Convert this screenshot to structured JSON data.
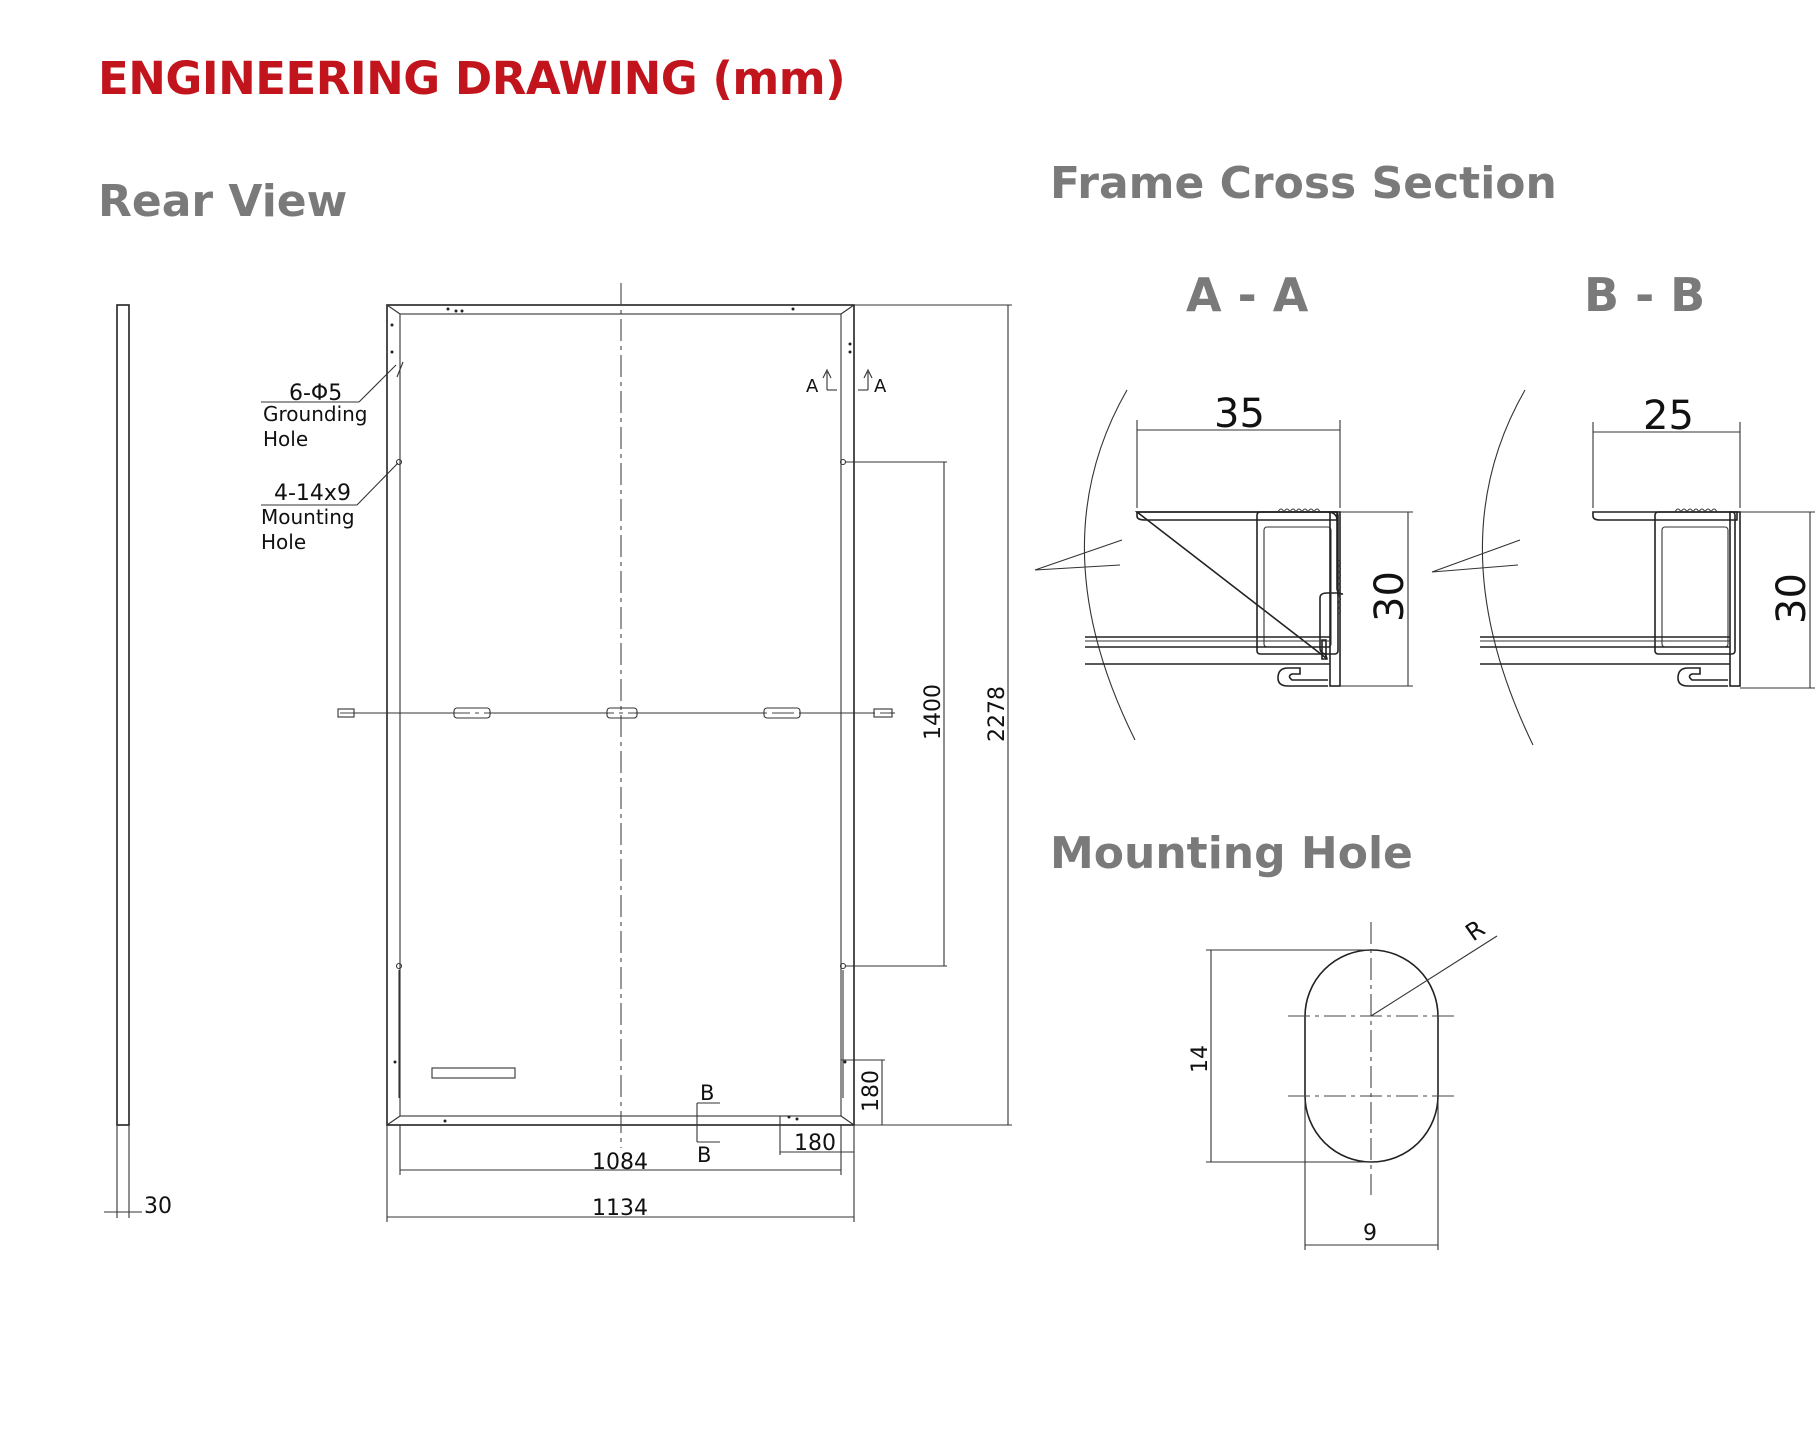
{
  "title": "ENGINEERING DRAWING (mm)",
  "rear_view": {
    "title": "Rear View",
    "grounding_hole": {
      "spec": "6-Φ5",
      "line1": "Grounding",
      "line2": "Hole"
    },
    "mounting_hole": {
      "spec": "4-14x9",
      "line1": "Mounting",
      "line2": "Hole"
    },
    "section_a_label": "A",
    "section_b_label": "B",
    "dim_thickness": "30",
    "dim_inner_width": "1084",
    "dim_outer_width": "1134",
    "dim_hole_spacing": "1400",
    "dim_length": "2278",
    "dim_corner_h": "180",
    "dim_corner_v": "180"
  },
  "frame_cross_section": {
    "title": "Frame Cross Section",
    "aa": {
      "title": "A - A",
      "width": "35",
      "height": "30"
    },
    "bb": {
      "title": "B - B",
      "width": "25",
      "height": "30"
    }
  },
  "mounting_hole_detail": {
    "title": "Mounting Hole",
    "radius_label": "R",
    "height": "14",
    "width": "9"
  }
}
